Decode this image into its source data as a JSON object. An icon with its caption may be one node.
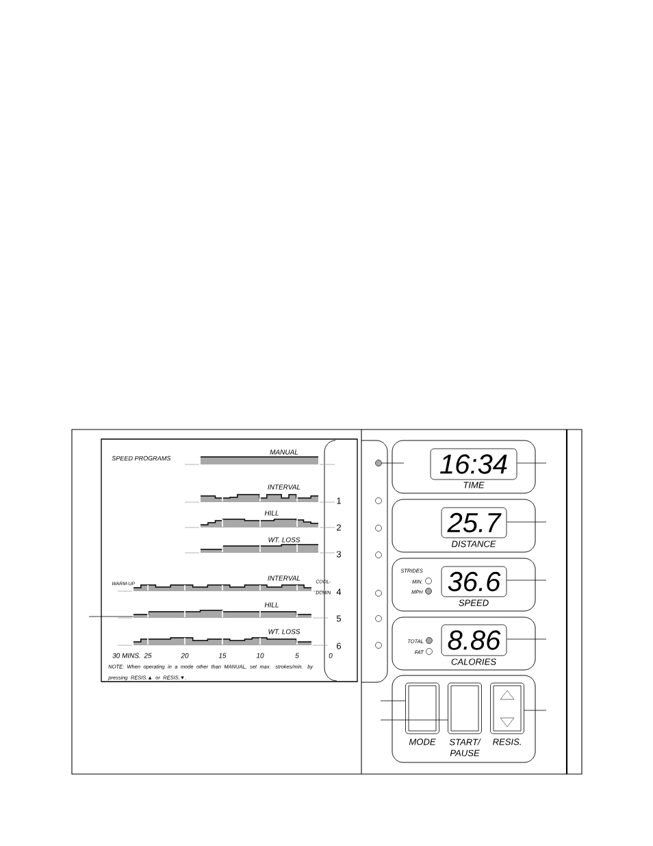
{
  "diagram": {
    "nodes": [
      {
        "text": [
          "SPEED PROGRAMS",
          "NOTE:  When operating in a mode other than MANUAL, set max. strokes/min. by pressing RESIS.▲ or RESIS.▼."
        ]
      },
      {
        "text": [
          "MANUAL"
        ],
        "in": 0
      },
      {
        "text": [
          "INTERVAL"
        ],
        "beside": [
          "1"
        ],
        "in": 0
      },
      {
        "text": [
          "HILL"
        ],
        "beside": [
          "2"
        ],
        "in": 0
      },
      {
        "text": [
          "WT. LOSS"
        ],
        "beside": [
          "3"
        ],
        "in": 0
      },
      {
        "text": [
          "INTERVAL"
        ],
        "beside": [
          "WARM-UP",
          "COOL- DOWN",
          "4"
        ],
        "in": 0
      },
      {
        "text": [
          "HILL"
        ],
        "beside": [
          "5"
        ],
        "in": 0
      },
      {
        "text": [
          "WT. LOSS"
        ],
        "beside": [
          "6"
        ],
        "in": 0
      },
      {
        "text": [],
        "shape": "box"
      },
      {
        "text": [],
        "shape": "circle",
        "in": 8
      },
      {
        "text": [],
        "shape": "circle",
        "in": 8
      },
      {
        "text": [],
        "shape": "circle",
        "in": 8
      },
      {
        "text": [],
        "shape": "circle",
        "in": 8
      },
      {
        "text": [],
        "shape": "circle",
        "in": 8
      },
      {
        "text": [],
        "shape": "circle",
        "in": 8
      },
      {
        "text": [],
        "shape": "circle",
        "in": 8
      },
      {
        "text": [
          "TIME"
        ]
      },
      {
        "text": [
          "16:34"
        ],
        "in": 16
      },
      {
        "text": [
          "DISTANCE"
        ]
      },
      {
        "text": [
          "25.7"
        ],
        "in": 18
      },
      {
        "text": [
          "STRIDES MIN.",
          "MPH",
          "SPEED"
        ]
      },
      {
        "text": [
          "36.6"
        ],
        "in": 20
      },
      {
        "text": [
          "TOTAL",
          "FAT",
          "CALORIES"
        ]
      },
      {
        "text": [
          "8.86"
        ],
        "in": 22
      },
      {
        "text": [],
        "shape": "box"
      },
      {
        "text": [
          "MODE"
        ],
        "in": 24
      },
      {
        "text": [
          "START/ PAUSE"
        ],
        "in": 24
      },
      {
        "text": [
          "RESIS."
        ],
        "in": 24
      }
    ],
    "edges": [
      {
        "from": null,
        "to": 6,
        "arrow": "none"
      },
      {
        "from": 9,
        "to": null,
        "arrow": "none"
      },
      {
        "from": null,
        "to": 17,
        "arrow": "none"
      },
      {
        "from": null,
        "to": 19,
        "arrow": "none"
      },
      {
        "from": null,
        "to": 21,
        "arrow": "none"
      },
      {
        "from": null,
        "to": 23,
        "arrow": "none"
      },
      {
        "from": null,
        "to": 25,
        "arrow": "none"
      },
      {
        "from": null,
        "to": 26,
        "arrow": "none"
      },
      {
        "from": null,
        "to": 27,
        "arrow": "none"
      }
    ],
    "labels": [
      "30 MINS.",
      "25",
      "20",
      "15",
      "10",
      "5",
      "0"
    ]
  }
}
